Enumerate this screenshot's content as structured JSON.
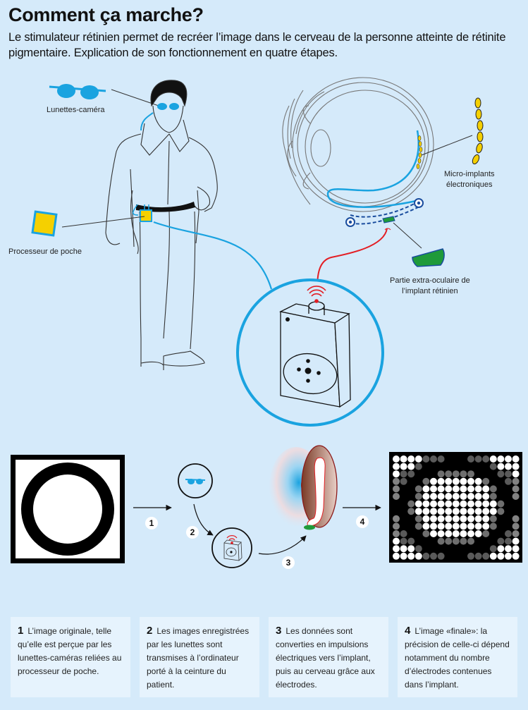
{
  "header": {
    "title": "Comment ça marche?",
    "intro": "Le stimulateur rétinien permet de recréer l’image dans le cerveau de la personne atteinte de rétinite pigmentaire. Explication de son fonctionnement en quatre étapes."
  },
  "labels": {
    "glasses": "Lunettes-caméra",
    "processor": "Processeur de poche",
    "micro_implants_line1": "Micro-implants",
    "micro_implants_line2": "électroniques",
    "extra_ocular_line1": "Partie extra-oculaire de",
    "extra_ocular_line2": "l’implant rétinien"
  },
  "flow": {
    "steps": [
      "1",
      "2",
      "3",
      "4"
    ]
  },
  "colors": {
    "background": "#d5eafa",
    "card": "#e6f3fd",
    "accent_blue": "#1aa3e0",
    "implant_yellow": "#f5d000",
    "implant_green": "#1f9a3a",
    "signal_red": "#e31e24"
  },
  "cards": [
    {
      "num": "1",
      "text": "L’image originale, telle qu’elle est perçue par les lunettes-caméras reliées au processeur de poche."
    },
    {
      "num": "2",
      "text": "Les images enregistrées par les lunettes sont transmises à l’ordinateur porté à la ceinture du patient."
    },
    {
      "num": "3",
      "text": "Les données sont converties en impulsions électriques vers l’implant, puis au cerveau grâce aux électrodes."
    },
    {
      "num": "4",
      "text": "L’image «finale»: la précision de celle-ci dépend notamment du nombre d’électrodes contenues dans l’implant."
    }
  ]
}
